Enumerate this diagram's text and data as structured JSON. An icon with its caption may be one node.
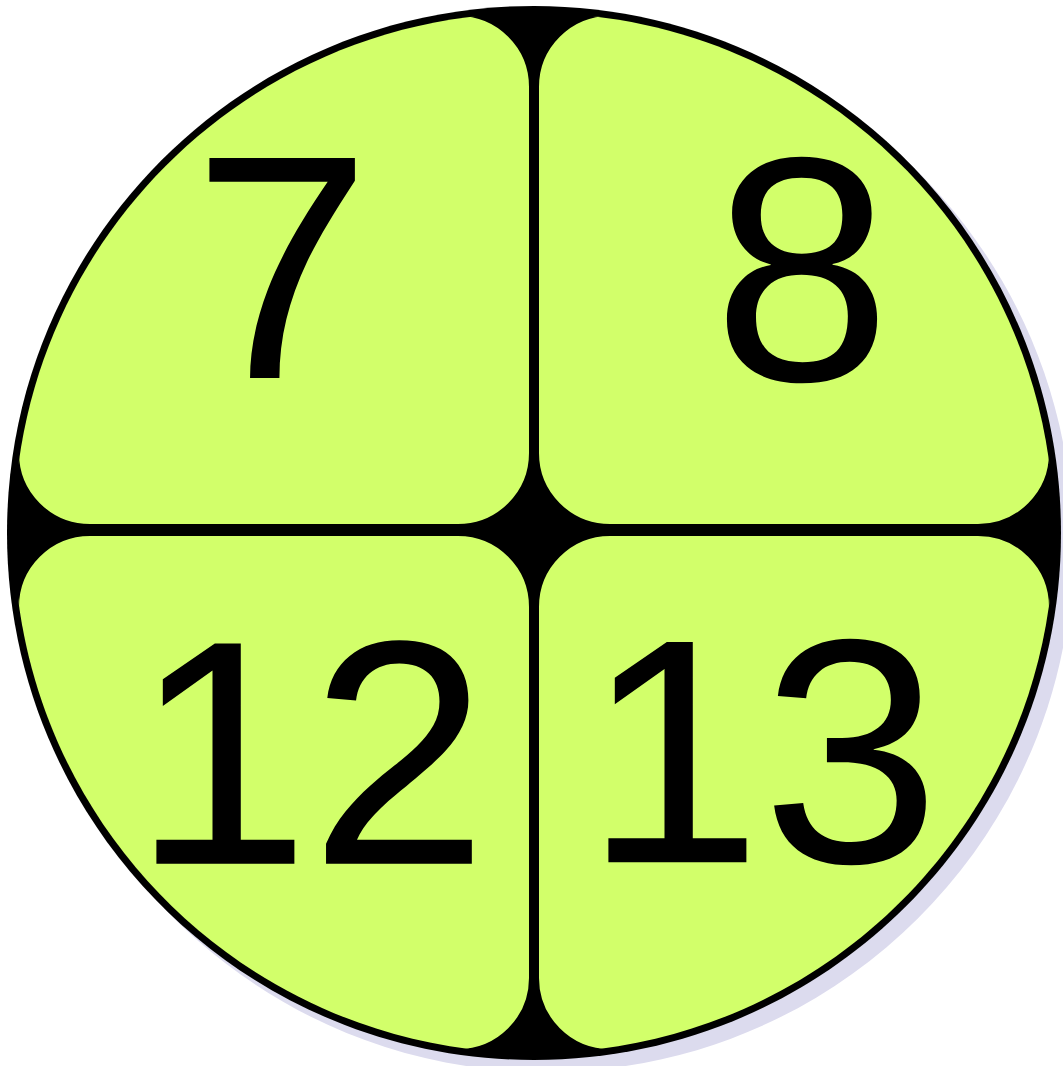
{
  "diagram": {
    "nodes": [
      {
        "text": [
          "7"
        ]
      },
      {
        "text": [
          "8"
        ]
      },
      {
        "text": [
          "12"
        ]
      },
      {
        "text": [
          "13"
        ]
      }
    ]
  }
}
